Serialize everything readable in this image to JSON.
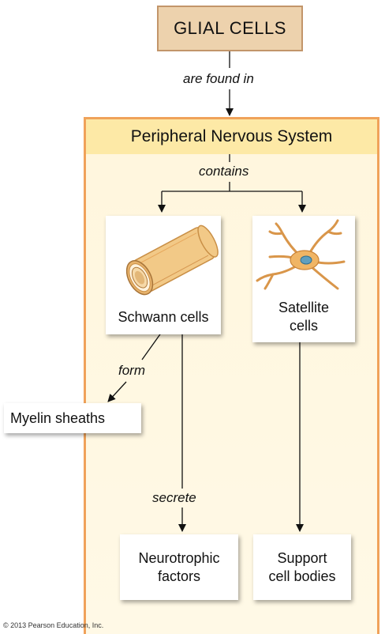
{
  "title": "GLIAL CELLS",
  "found_in_label": "are found in",
  "system_title": "Peripheral Nervous System",
  "contains_label": "contains",
  "schwann_label": "Schwann cells",
  "satellite_label_line1": "Satellite",
  "satellite_label_line2": "cells",
  "form_label": "form",
  "myelin_label": "Myelin sheaths",
  "secrete_label": "secrete",
  "neurotrophic_line1": "Neurotrophic",
  "neurotrophic_line2": "factors",
  "support_line1": "Support",
  "support_line2": "cell bodies",
  "copyright": "© 2013 Pearson Education, Inc.",
  "colors": {
    "title_fill": "#edd2ad",
    "title_border": "#c2956a",
    "panel_border": "#f0a25a",
    "panel_header": "#fde9a6",
    "panel_fill": "#fff6dd"
  },
  "icons": [
    "schwann-cell-illustration",
    "satellite-cell-illustration"
  ]
}
